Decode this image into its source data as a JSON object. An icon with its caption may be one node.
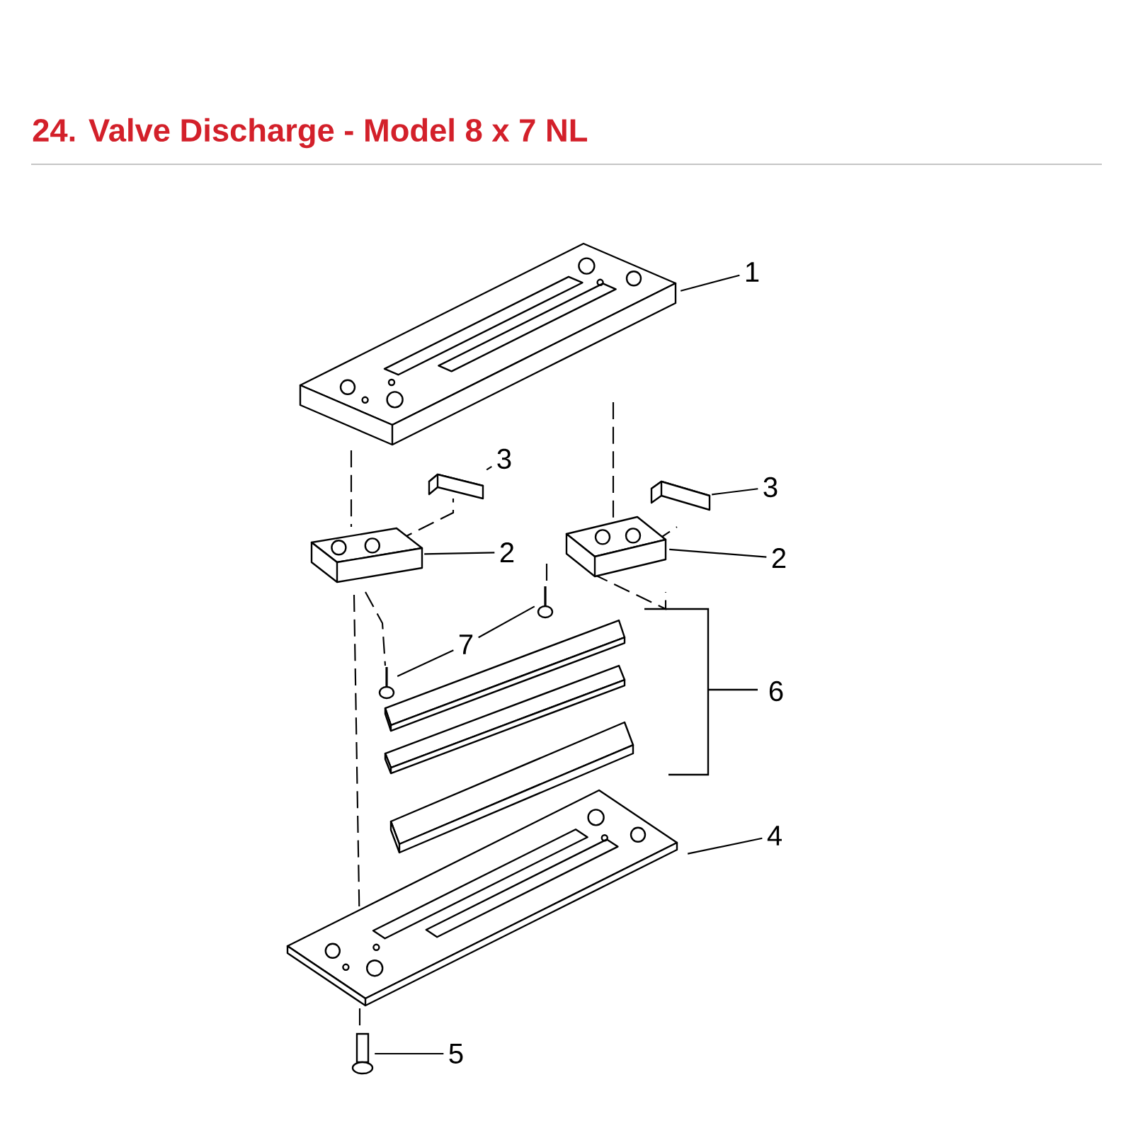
{
  "diagram": {
    "title": "24. Valve Discharge - Model 8 x 7 NL",
    "nodes": [
      {
        "text": [
          "1"
        ]
      },
      {
        "text": [],
        "shape": "picture"
      },
      {
        "text": [
          "3"
        ]
      },
      {
        "text": [],
        "shape": "picture"
      },
      {
        "text": [
          "3"
        ]
      },
      {
        "text": [],
        "shape": "picture"
      },
      {
        "text": [
          "2"
        ]
      },
      {
        "text": [],
        "shape": "picture"
      },
      {
        "text": [
          "2"
        ]
      },
      {
        "text": [],
        "shape": "picture"
      },
      {
        "text": [
          "7"
        ]
      },
      {
        "text": [],
        "shape": "picture"
      },
      {
        "text": [],
        "shape": "picture"
      },
      {
        "text": [
          "4"
        ]
      },
      {
        "text": [],
        "shape": "picture"
      },
      {
        "text": [
          "5"
        ]
      },
      {
        "text": [],
        "shape": "picture"
      }
    ],
    "edges": [
      {
        "from": 0,
        "to": 1,
        "arrow": "none"
      },
      {
        "from": 2,
        "to": 3,
        "arrow": "none"
      },
      {
        "from": 4,
        "to": 5,
        "arrow": "none"
      },
      {
        "from": 6,
        "to": 7,
        "arrow": "none"
      },
      {
        "from": 8,
        "to": 9,
        "arrow": "none"
      },
      {
        "from": 10,
        "to": 11,
        "arrow": "none"
      },
      {
        "from": 10,
        "to": 12,
        "arrow": "none"
      },
      {
        "from": 13,
        "to": 14,
        "arrow": "none"
      },
      {
        "from": 15,
        "to": 16,
        "arrow": "none"
      }
    ],
    "labels": [
      "6"
    ]
  }
}
